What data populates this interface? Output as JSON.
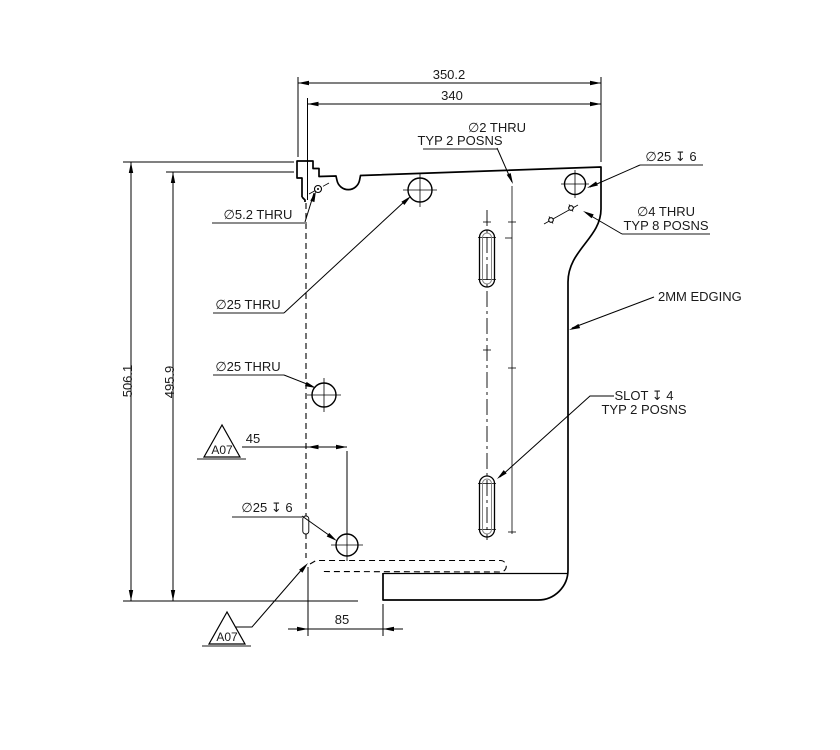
{
  "dimensions": {
    "width_outer": "350.2",
    "width_inner": "340",
    "height_outer": "506.1",
    "height_inner": "495.9",
    "hole_offset": "45",
    "step_offset": "85"
  },
  "annotations": {
    "hole2_line1": "∅2 THRU",
    "hole2_line2": "TYP 2 POSNS",
    "cbore_top_right": "∅25 ↧ 6",
    "hole4_line1": "∅4 THRU",
    "hole4_line2": "TYP 8 POSNS",
    "hole52": "∅5.2 THRU",
    "hole25_upper": "∅25 THRU",
    "hole25_lower": "∅25 THRU",
    "edging": "2MM EDGING",
    "slot_line1": "SLOT ↧ 4",
    "slot_line2": "TYP 2 POSNS",
    "cbore_bottom": "∅25 ↧ 6"
  },
  "datums": {
    "top": "A07",
    "bottom": "A07"
  }
}
